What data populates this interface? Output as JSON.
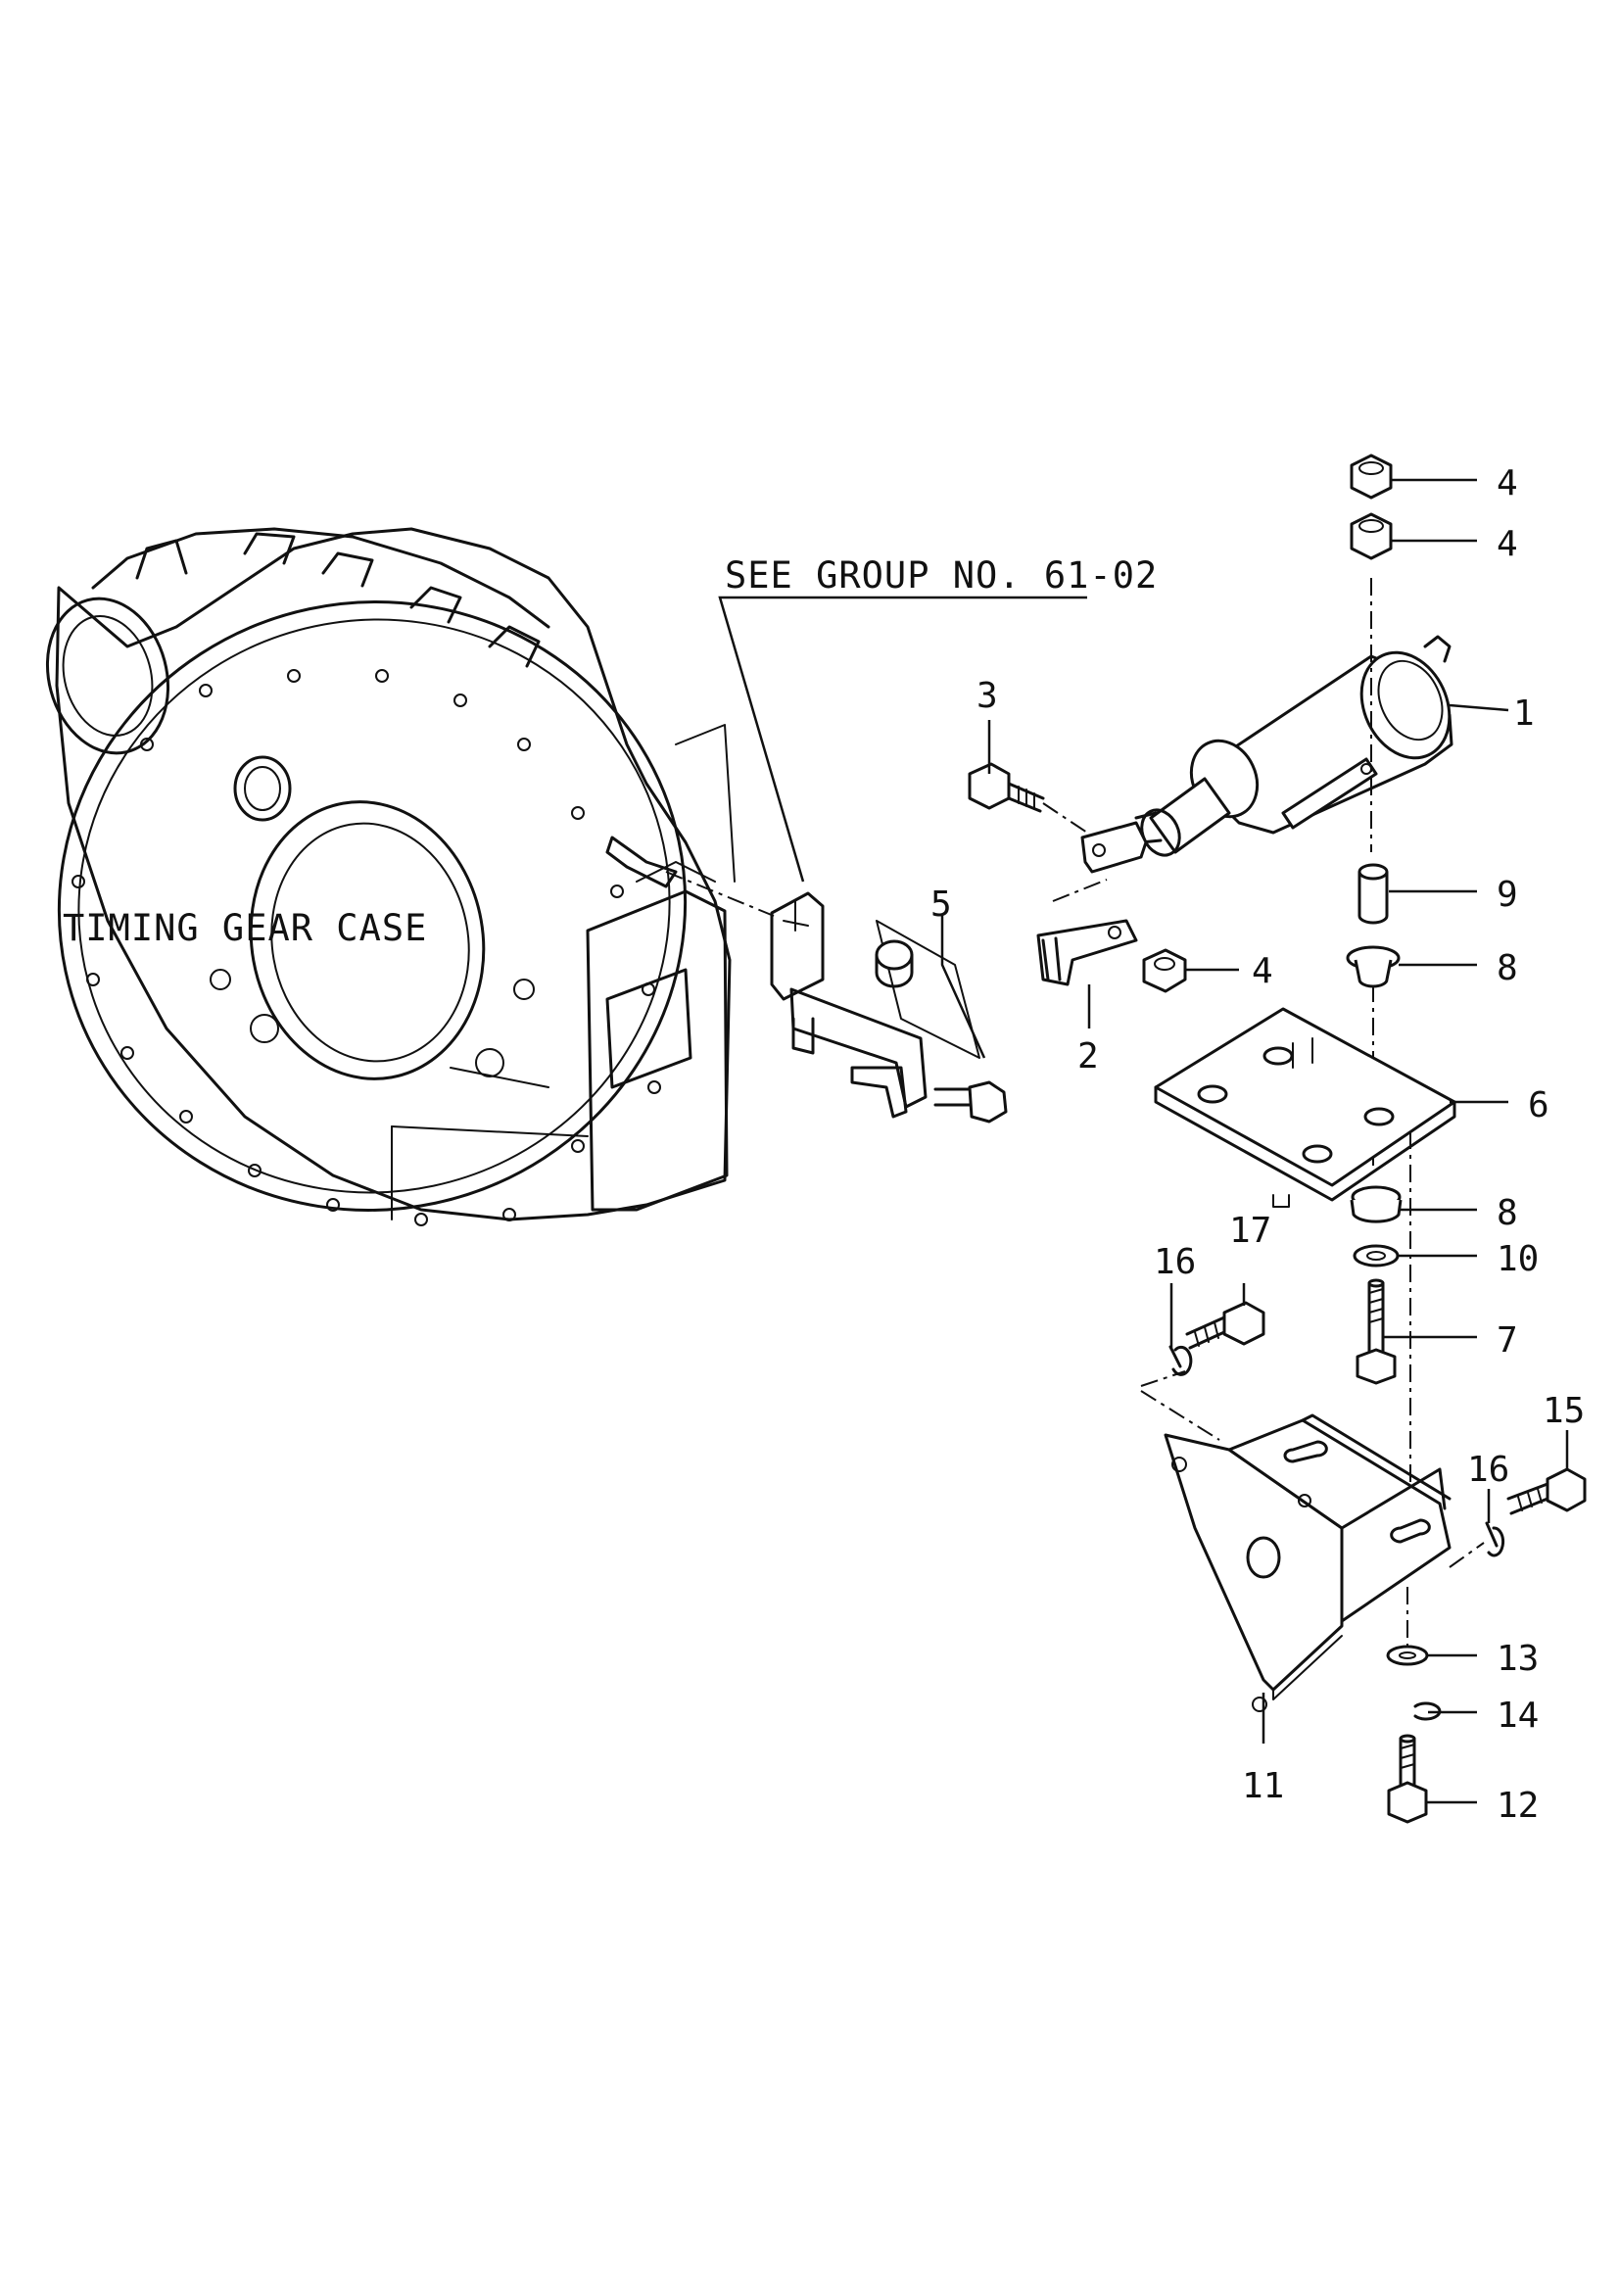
{
  "captions": {
    "timing_gear_case": "TIMING GEAR CASE",
    "see_group": "SEE GROUP NO. 61-02"
  },
  "callouts": {
    "p1": "1",
    "p2": "2",
    "p3": "3",
    "p4a": "4",
    "p4b": "4",
    "p4c": "4",
    "p5": "5",
    "p6": "6",
    "p7": "7",
    "p8a": "8",
    "p8b": "8",
    "p9": "9",
    "p10": "10",
    "p11": "11",
    "p12": "12",
    "p13": "13",
    "p14": "14",
    "p15": "15",
    "p16a": "16",
    "p16b": "16",
    "p17": "17"
  }
}
